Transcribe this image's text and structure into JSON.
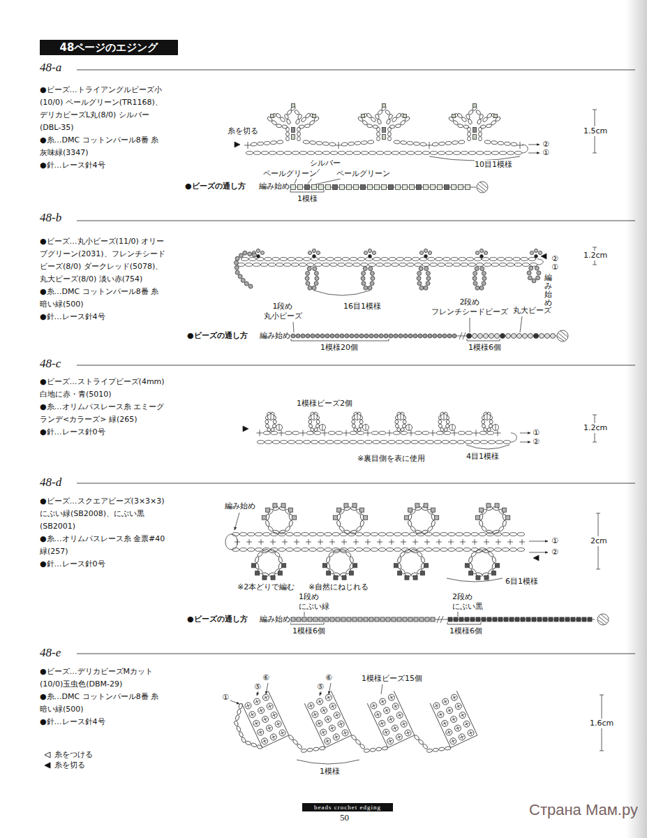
{
  "diagram": {
    "title": "48ページのエジング",
    "labels": [
      "48-a",
      "●ビーズ…トライアングルビーズ小(10/0) ペールグリーン(TR1168)、デリカビーズL丸(8/0) シルバー(DBL-35)",
      "●糸…DMC コットンパール8番 糸 灰味緑(3347)",
      "●針…レース針4号",
      "糸を切る",
      "②",
      "①",
      "1.5cm",
      "10目1模様",
      "●ビーズの通し方",
      "編み始め",
      "シルバー",
      "ペールグリーン",
      "ペールグリーン",
      "1模様",
      "48-b",
      "●ビーズ…丸小ビーズ(11/0) オリーブグリーン(2031)、フレンチシードビーズ(8/0) ダークレッド(5078)、丸大ビーズ(8/0) 淡い赤(754)",
      "●糸…DMC コットンパール8番 糸 暗い緑(500)",
      "●針…レース針4号",
      "②",
      "①",
      "1.2cm",
      "編み始め",
      "16目1模様",
      "●ビーズの通し方",
      "編み始め",
      "1段め 丸小ビーズ",
      "1模様20個",
      "2段め フレンチシードビーズ",
      "丸大ビーズ",
      "1模様6個",
      "48-c",
      "●ビーズ…ストライプビーズ(4mm) 白地に赤・青(5010)",
      "●糸…オリムパスレース糸 エミーグランデ<カラーズ> 緑(265)",
      "●針…レース針0号",
      "1模様ビーズ2個",
      "①",
      "②",
      "1.2cm",
      "※裏目側を表に使用",
      "4目1模様",
      "48-d",
      "●ビーズ…スクエアビーズ(3×3×3) にぶい緑(SB2008)、にぶい黒(SB2001)",
      "●糸…オリムパスレース糸 金票#40 緑(257)",
      "●針…レース針0号",
      "編み始め",
      "①",
      "②",
      "2cm",
      "※2本どりで編む",
      "※自然にねじれる",
      "6目1模様",
      "●ビーズの通し方",
      "編み始め",
      "1段め にぶい緑",
      "1模様6個",
      "2段め にぶい黒",
      "1模様6個",
      "48-e",
      "●ビーズ…デリカビーズMカット(10/0)玉虫色(DBM-29)",
      "●糸…DMC コットンパール8番 糸 暗い緑(500)",
      "●針…レース針4号",
      "1模様ビーズ15個",
      "①",
      "⑤",
      "⑥",
      "⑤",
      "⑥",
      "1.6cm",
      "1模様",
      "beads crochet edging",
      "50",
      "Страна Мам.ру"
    ],
    "legend": [
      {
        "text": "糸をつける"
      },
      {
        "text": "糸を切る"
      }
    ]
  }
}
